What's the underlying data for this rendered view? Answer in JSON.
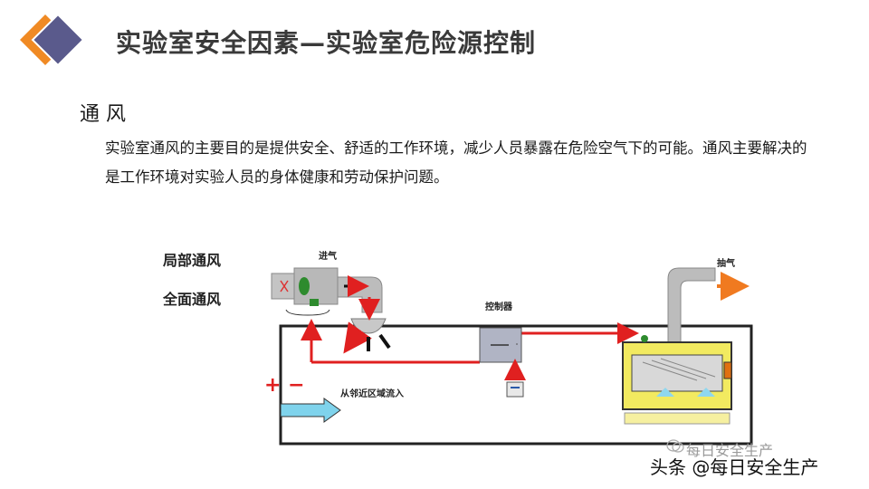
{
  "slide": {
    "title": "实验室安全因素—实验室危险源控制",
    "section_heading": "通 风",
    "paragraph": "实验室通风的主要目的是提供安全、舒适的工作环境，减少人员暴露在危险空气下的可能。通风主要解决的是工作环境对实验人员的身体健康和劳动保护问题。"
  },
  "diagram": {
    "legend_local": "局部通风",
    "legend_general": "全面通风",
    "label_intake": "进气",
    "label_controller": "控制器",
    "label_exhaust": "抽气",
    "label_inflow": "从邻近区域流入",
    "plus_minus": "+ −"
  },
  "watermark": {
    "faint": "每日安全生产",
    "main": "头条 @每日安全生产"
  },
  "colors": {
    "logo_orange": "#f08a24",
    "logo_purple": "#5a5a8c",
    "duct_gray": "#b8b8b8",
    "airflow_red": "#e02020",
    "hood_yellow": "#f2ea60",
    "inflow_arrow": "#7fd3ec"
  }
}
